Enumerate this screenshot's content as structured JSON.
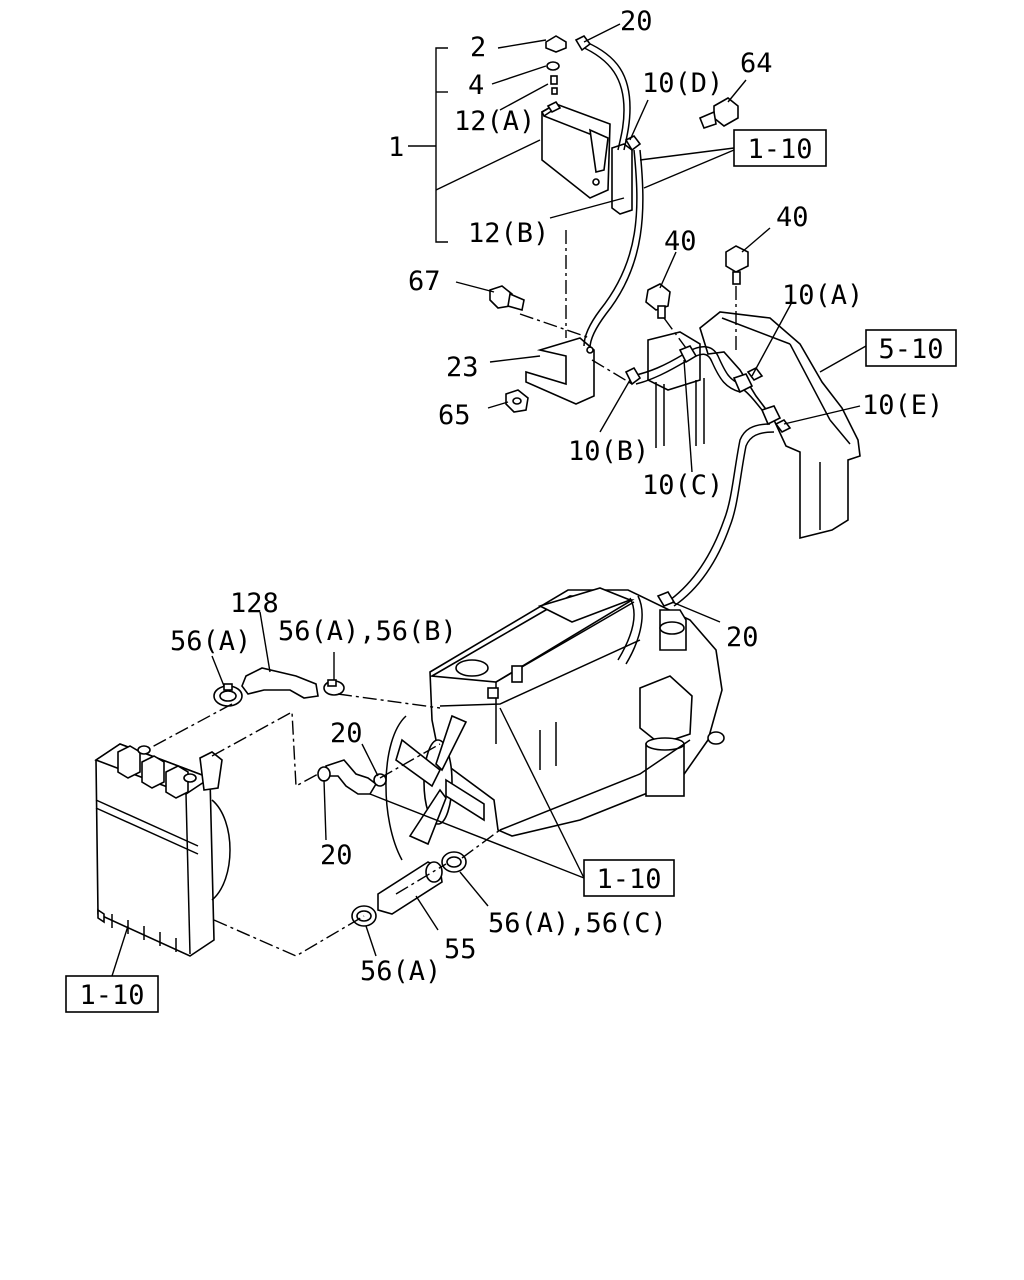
{
  "callouts": {
    "c1": "1",
    "c2": "2",
    "c4": "4",
    "c12a": "12(A)",
    "c12b": "12(B)",
    "c20_top": "20",
    "c10d": "10(D)",
    "c64": "64",
    "c40_left": "40",
    "c40_right": "40",
    "c10a": "10(A)",
    "c67": "67",
    "c23": "23",
    "c65": "65",
    "c10b": "10(B)",
    "c10c": "10(C)",
    "c10e": "10(E)",
    "c20_mid": "20",
    "c128": "128",
    "c56a_left": "56(A)",
    "c56ab": "56(A),56(B)",
    "c20_hose": "20",
    "c20_low": "20",
    "c56ac": "56(A),56(C)",
    "c55": "55",
    "c56a_low": "56(A)"
  },
  "refs": {
    "r_top": "1-10",
    "r_510": "5-10",
    "r_engine": "1-10",
    "r_radiator": "1-10"
  }
}
